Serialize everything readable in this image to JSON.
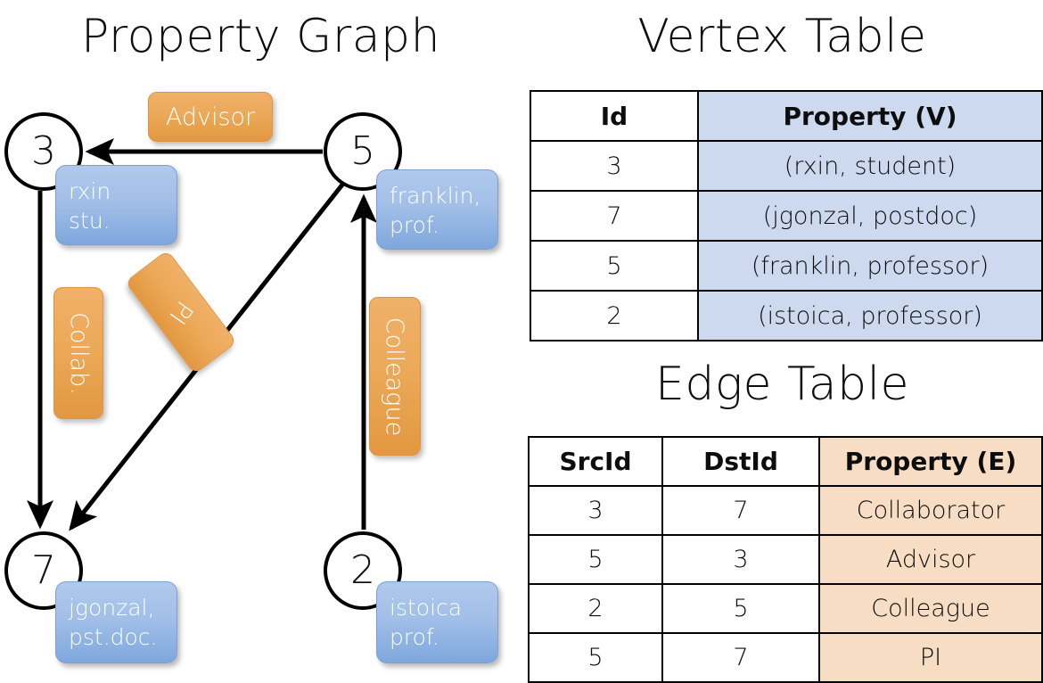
{
  "titles": {
    "property_graph": "Property Graph",
    "vertex_table": "Vertex Table",
    "edge_table": "Edge Table"
  },
  "graph": {
    "nodes": [
      {
        "id": "3",
        "label": "3",
        "property_lines": [
          "rxin",
          "stu."
        ]
      },
      {
        "id": "5",
        "label": "5",
        "property_lines": [
          "franklin,",
          "prof."
        ]
      },
      {
        "id": "7",
        "label": "7",
        "property_lines": [
          "jgonzal,",
          "pst.doc."
        ]
      },
      {
        "id": "2",
        "label": "2",
        "property_lines": [
          "istoica",
          "prof."
        ]
      }
    ],
    "node_properties": {
      "rxin_line1": "rxin",
      "rxin_line2": "stu.",
      "franklin_line1": "franklin,",
      "franklin_line2": "prof.",
      "jgonzal_line1": "jgonzal,",
      "jgonzal_line2": "pst.doc.",
      "istoica_line1": "istoica",
      "istoica_line2": "prof."
    },
    "edge_labels": {
      "advisor": "Advisor",
      "collab": "Collab.",
      "pi": "PI",
      "colleague": "Colleague"
    },
    "edges": [
      {
        "from": "5",
        "to": "3",
        "label": "Advisor"
      },
      {
        "from": "3",
        "to": "7",
        "label": "Collab."
      },
      {
        "from": "5",
        "to": "7",
        "label": "PI"
      },
      {
        "from": "2",
        "to": "5",
        "label": "Colleague"
      }
    ]
  },
  "vertex_table": {
    "headers": [
      "Id",
      "Property (V)"
    ],
    "rows": [
      {
        "id": "3",
        "property": "(rxin, student)"
      },
      {
        "id": "7",
        "property": "(jgonzal, postdoc)"
      },
      {
        "id": "5",
        "property": "(franklin, professor)"
      },
      {
        "id": "2",
        "property": "(istoica, professor)"
      }
    ]
  },
  "edge_table": {
    "headers": [
      "SrcId",
      "DstId",
      "Property (E)"
    ],
    "rows": [
      {
        "src": "3",
        "dst": "7",
        "property": "Collaborator"
      },
      {
        "src": "5",
        "dst": "3",
        "property": "Advisor"
      },
      {
        "src": "2",
        "dst": "5",
        "property": "Colleague"
      },
      {
        "src": "5",
        "dst": "7",
        "property": "PI"
      }
    ]
  },
  "colors": {
    "vertex_property_fill": "#ccd9ef",
    "edge_property_fill": "#f6ddc4",
    "node_callout_blue": "#a2bfe8",
    "edge_label_orange": "#eba857",
    "stroke": "#000000",
    "background": "#ffffff"
  }
}
